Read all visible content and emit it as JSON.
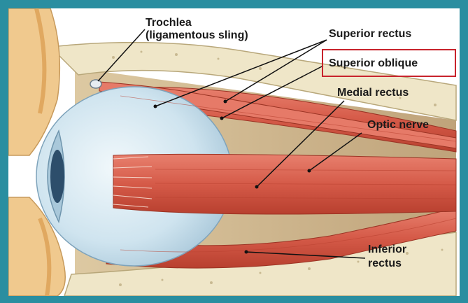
{
  "labels": {
    "trochlea_line1": "Trochlea",
    "trochlea_line2": "(ligamentous sling)",
    "superior_rectus": "Superior rectus",
    "superior_oblique": "Superior oblique",
    "medial_rectus": "Medial rectus",
    "optic_nerve": "Optic nerve",
    "inferior_rectus_line1": "Inferior",
    "inferior_rectus_line2": "rectus"
  },
  "colors": {
    "frame_background": "#2a8ea0",
    "highlight_box": "#c8232c",
    "muscle": "#d8594a",
    "eyeball": "#cfe4ef",
    "bone": "#efe6c8",
    "fat": "#c9b088"
  },
  "highlighted_label": "Superior oblique"
}
